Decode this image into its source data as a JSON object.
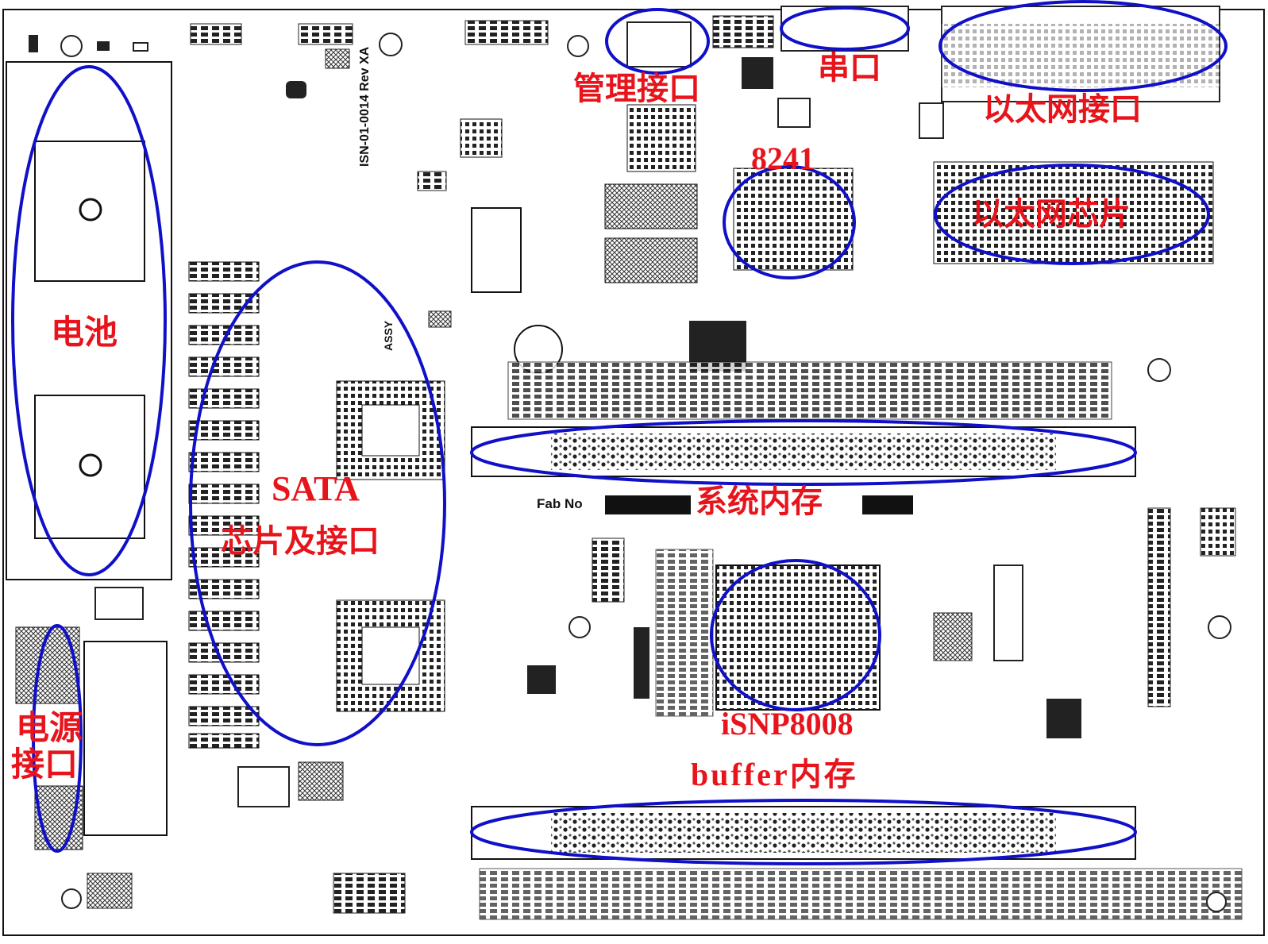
{
  "labels": {
    "battery": "电池",
    "power_port": [
      "电源",
      "接口"
    ],
    "sata": [
      "SATA",
      "芯片及接口"
    ],
    "mgmt_port": "管理接口",
    "serial_port": "串口",
    "ethernet_port": "以太网接口",
    "cpu": "8241",
    "ethernet_chip": "以太网芯片",
    "system_memory": "系统内存",
    "npu": "iSNP8008",
    "buffer_memory": "buffer内存"
  },
  "silkscreen": {
    "board_id": "ISN-01-0014 Rev XA",
    "assy": "ASSY",
    "fab_no": "Fab No"
  },
  "colors": {
    "annotation_text": "#e8141c",
    "annotation_outline": "#1010c8",
    "pcb_lines": "#111111"
  }
}
